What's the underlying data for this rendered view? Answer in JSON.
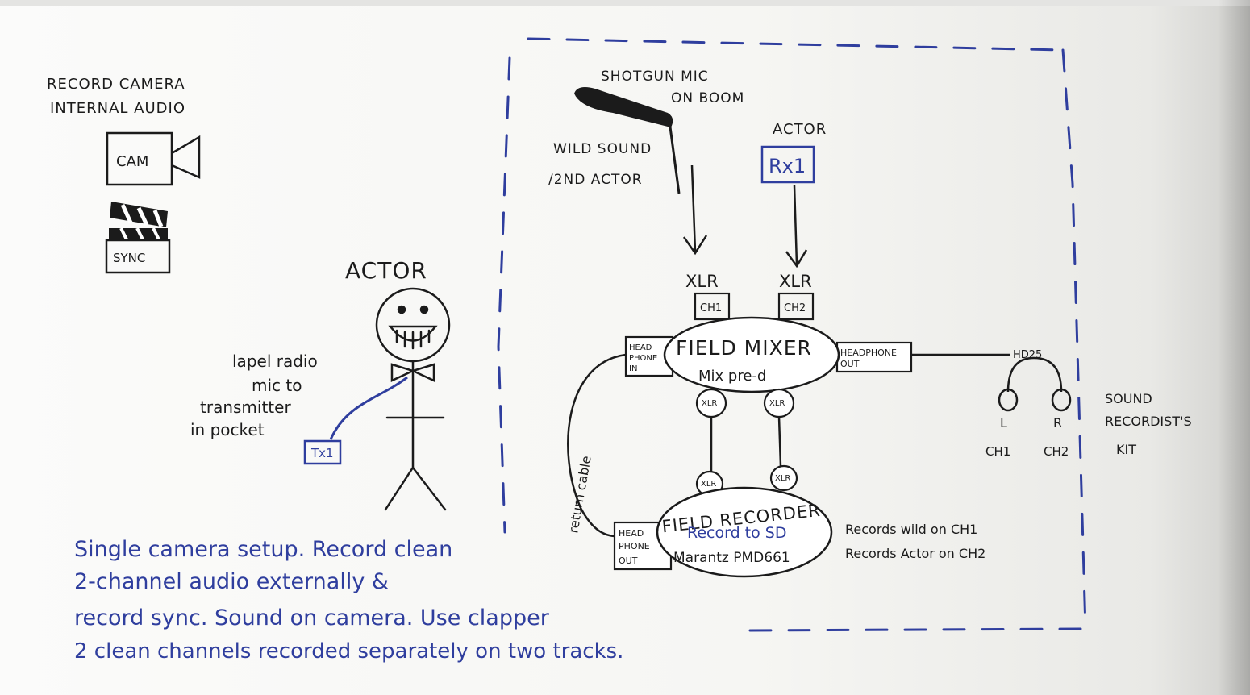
{
  "colors": {
    "ink": "#1b1b1b",
    "marker_blue": "#2f3e9e",
    "board": "#f7f7f5"
  },
  "camera_section": {
    "title_line1": "RECORD CAMERA",
    "title_line2": "INTERNAL AUDIO",
    "cam_label": "CAM",
    "sync_label": "SYNC"
  },
  "actor_left": {
    "heading": "ACTOR",
    "mic_note_line1": "lapel radio",
    "mic_note_line2": "mic to",
    "mic_note_line3": "transmitter",
    "mic_note_line4": "in pocket",
    "transmitter": "Tx1"
  },
  "sound_kit": {
    "shotgun_line1": "SHOTGUN MIC",
    "shotgun_line2": "ON BOOM",
    "wild_line1": "WILD SOUND",
    "wild_line2": "/2ND ACTOR",
    "actor_heading": "ACTOR",
    "receiver": "Rx1",
    "xlr_left": "XLR",
    "xlr_right": "XLR",
    "ch1": "CH1",
    "ch2": "CH2",
    "mixer_name": "FIELD MIXER",
    "mixer_model": "Mix pre-d",
    "headphone_in_line1": "HEAD",
    "headphone_in_line2": "PHONE",
    "headphone_in_line3": "IN",
    "headphone_out_line1": "HEADPHONE",
    "headphone_out_line2": "OUT",
    "mixer_xlr_left": "XLR",
    "mixer_xlr_right": "XLR",
    "recorder_xlr_left": "XLR",
    "recorder_xlr_right": "XLR",
    "return_cable": "return cable",
    "recorder_name": "FIELD RECORDER",
    "recorder_media": "Record to SD",
    "recorder_model": "Marantz PMD661",
    "recorder_phone_line1": "HEAD",
    "recorder_phone_line2": "PHONE",
    "recorder_phone_line3": "OUT",
    "records_line1": "Records wild on CH1",
    "records_line2": "Records Actor on CH2",
    "hd25": "HD25",
    "left_ear": "L",
    "right_ear": "R",
    "left_ch": "CH1",
    "right_ch": "CH2",
    "kit_line1": "SOUND",
    "kit_line2": "RECORDIST'S",
    "kit_line3": "KIT"
  },
  "notes": {
    "line1": "Single camera setup. Record clean",
    "line2": "2-channel audio externally &",
    "line3": "record sync. Sound on camera. Use clapper",
    "line4": "2 clean channels recorded separately on two tracks."
  }
}
